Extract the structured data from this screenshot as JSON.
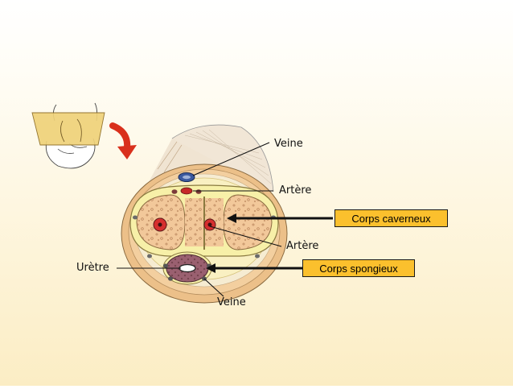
{
  "labels": {
    "veine_top": "Veine",
    "artere_top": "Artère",
    "artere_mid": "Artère",
    "uretre": "Urètre",
    "veine_bottom": "Veine"
  },
  "callouts": {
    "corps_caverneux": "Corps caverneux",
    "corps_spongieux": "Corps spongieux"
  },
  "colors": {
    "callout_fill": "#fbc02d",
    "arrow": "#d9301c",
    "artery": "#c62828",
    "vein": "#3b5aa0",
    "tissue": "#f3c99a"
  }
}
